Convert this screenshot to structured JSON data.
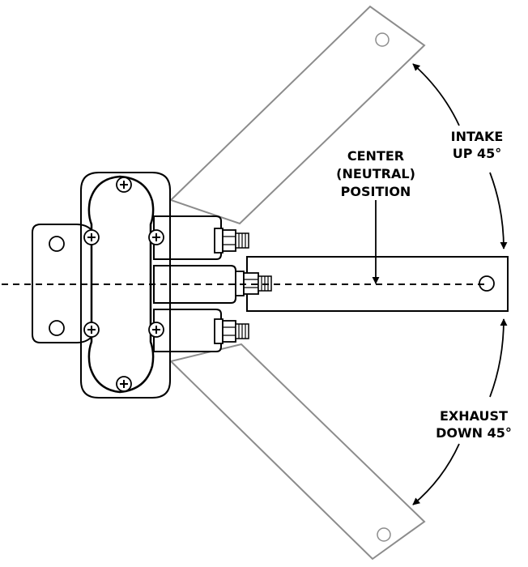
{
  "labels": {
    "intake_line1": "INTAKE",
    "intake_line2": "UP 45°",
    "center_line1": "CENTER",
    "center_line2": "(NEUTRAL)",
    "center_line3": "POSITION",
    "exhaust_line1": "EXHAUST",
    "exhaust_line2": "DOWN 45°"
  },
  "colors": {
    "ink": "#000000",
    "ghost_arm": "#8c8c8c",
    "background": "#ffffff"
  }
}
